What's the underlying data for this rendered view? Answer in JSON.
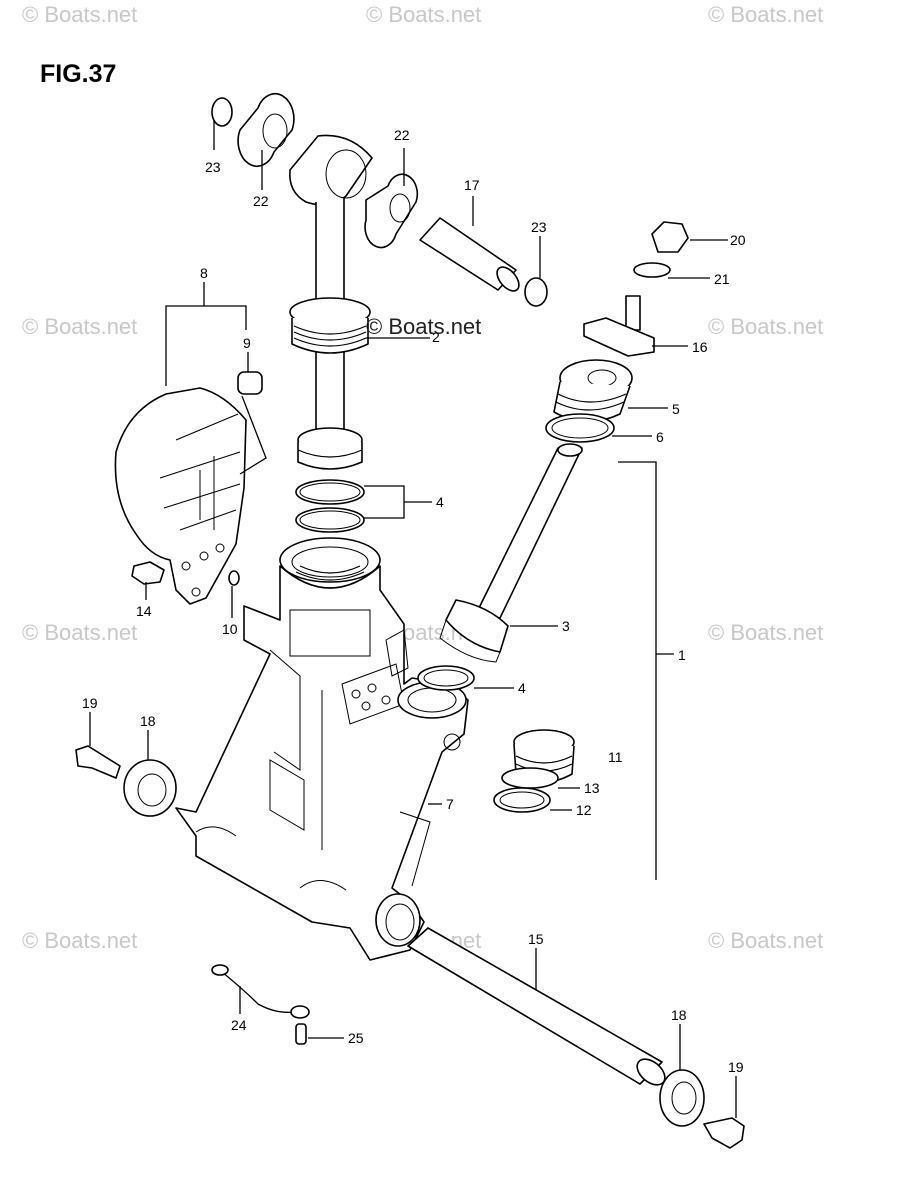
{
  "figure": {
    "title": "FIG.37"
  },
  "watermark": {
    "text": "© Boats.net",
    "color": "#c8c8c8"
  },
  "labels": {
    "l1": "1",
    "l3": "3",
    "l4a": "4",
    "l4b": "4",
    "l5": "5",
    "l6": "6",
    "l7": "7",
    "l8": "8",
    "l9": "9",
    "l10": "10",
    "l11": "11",
    "l12": "12",
    "l13": "13",
    "l14": "14",
    "l15": "15",
    "l16": "16",
    "l17": "17",
    "l18a": "18",
    "l18b": "18",
    "l19a": "19",
    "l19b": "19",
    "l20": "20",
    "l21": "21",
    "l22a": "22",
    "l22b": "22",
    "l23a": "23",
    "l23b": "23",
    "l24": "24",
    "l25": "25"
  }
}
